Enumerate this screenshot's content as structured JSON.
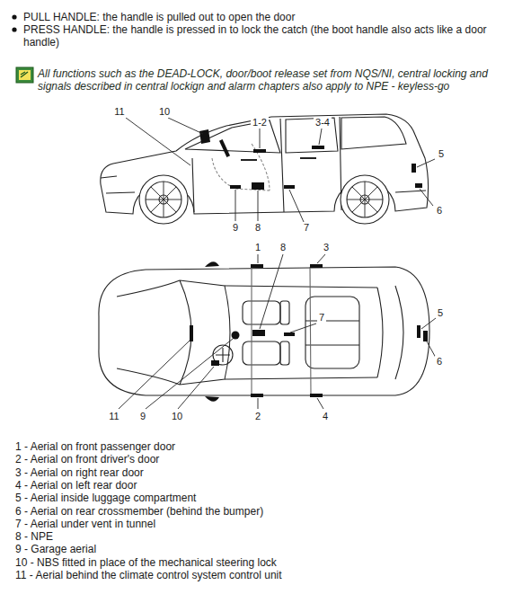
{
  "diagram": {
    "labels": [
      "PULL HANDLE: the handle is pulled out to open the door",
      "PRESS HANDLE: the handle is pressed in to lock the catch (the boot handle also acts like a door handle)",
      "All functions such as the DEAD-LOCK, door/boot release set from NQS/NI, central locking and signals described in central lockign and alarm chapters also apply to NPE - keyless-go",
      "11",
      "10",
      "1-2",
      "3-4",
      "5",
      "6",
      "9",
      "8",
      "7",
      "1",
      "8",
      "3",
      "7",
      "5",
      "6",
      "11",
      "9",
      "10",
      "2",
      "4",
      "1 - Aerial on front passenger door",
      "2 - Aerial on front driver's door",
      "3 - Aerial on right rear door",
      "4 - Aerial on left rear door",
      "5 - Aerial inside luggage compartment",
      "6 - Aerial on rear crossmember (behind the bumper)",
      "7 - Aerial under vent in tunnel",
      "8 - NPE",
      "9 - Garage aerial",
      "10 - NBS fitted in place of the mechanical steering lock",
      "11 - Aerial behind the climate control system control unit"
    ]
  }
}
